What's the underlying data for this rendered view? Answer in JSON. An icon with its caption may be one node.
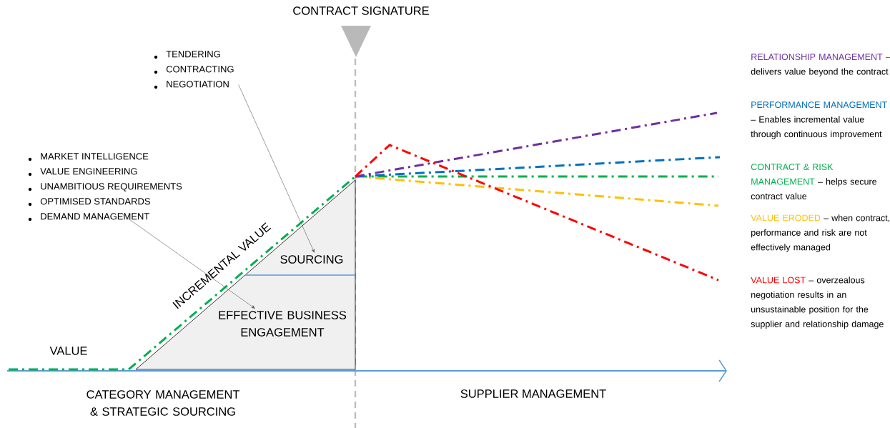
{
  "diagram": {
    "nodes": [
      {
        "text": [
          "TENDERING",
          "CONTRACTING",
          "NEGOTIATION"
        ]
      },
      {
        "text": [
          "MARKET INTELLIGENCE",
          "VALUE ENGINEERING",
          "UNAMBITIOUS REQUIREMENTS",
          "OPTIMISED STANDARDS",
          "DEMAND MANAGEMENT"
        ]
      },
      {
        "text": [
          "SOURCING"
        ]
      },
      {
        "text": [
          "EFFECTIVE BUSINESS ENGAGEMENT"
        ]
      }
    ],
    "edges": [
      {
        "from": 0,
        "to": 2,
        "arrow": "to"
      },
      {
        "from": 1,
        "to": 3,
        "arrow": "to"
      }
    ],
    "labels": [
      "CONTRACT SIGNATURE",
      "RELATIONSHIP MANAGEMENT",
      "– delivers value beyond the contract",
      "PERFORMANCE MANAGEMENT",
      "– Enables incremental value through continuous improvement",
      "CONTRACT & RISK MANAGEMENT",
      "– helps secure contract value",
      "VALUE ERODED",
      "– when contract, performance and risk are not effectively managed",
      "VALUE LOST",
      "– overzealous negotiation results in an unsustainable position for the supplier and relationship damage",
      "INCREMENTAL VALUE",
      "VALUE",
      "CATEGORY MANAGEMENT & STRATEGIC SOURCING",
      "SUPPLIER MANAGEMENT"
    ]
  }
}
